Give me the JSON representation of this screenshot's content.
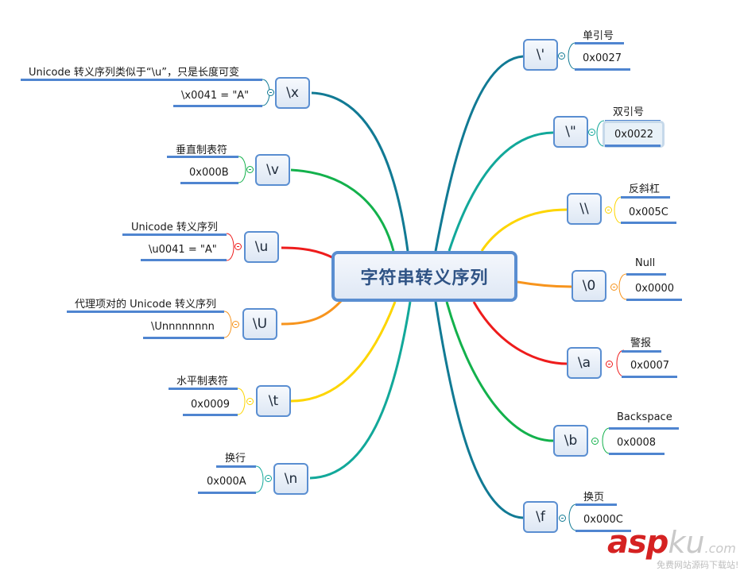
{
  "central": {
    "label": "字符串转义序列",
    "border_color": "#5a8ed1",
    "text_color": "#2f5385"
  },
  "left_branches": [
    {
      "node": "\\x",
      "desc": "Unicode 转义序列类似于“\\u”，只是长度可变",
      "value": "\\x0041 = \"A\"",
      "color": "#117a94"
    },
    {
      "node": "\\v",
      "desc": "垂直制表符",
      "value": "0x000B",
      "color": "#13b14c"
    },
    {
      "node": "\\u",
      "desc": "Unicode 转义序列",
      "value": "\\u0041 = \"A\"",
      "color": "#ee1c1c"
    },
    {
      "node": "\\U",
      "desc": "代理项对的 Unicode 转义序列",
      "value": "\\Unnnnnnnn",
      "color": "#f7941d"
    },
    {
      "node": "\\t",
      "desc": "水平制表符",
      "value": "0x0009",
      "color": "#fdd500"
    },
    {
      "node": "\\n",
      "desc": "换行",
      "value": "0x000A",
      "color": "#12a89a"
    }
  ],
  "right_branches": [
    {
      "node": "\\'",
      "desc": "单引号",
      "value": "0x0027",
      "color": "#117a94"
    },
    {
      "node": "\\\"",
      "desc": "双引号",
      "value": "0x0022",
      "color": "#12a89a",
      "selected": true
    },
    {
      "node": "\\\\",
      "desc": "反斜杠",
      "value": "0x005C",
      "color": "#fdd500"
    },
    {
      "node": "\\0",
      "desc": "Null",
      "value": "0x0000",
      "color": "#f7941d"
    },
    {
      "node": "\\a",
      "desc": "警报",
      "value": "0x0007",
      "color": "#ee1c1c"
    },
    {
      "node": "\\b",
      "desc": "Backspace",
      "value": "0x0008",
      "color": "#13b14c"
    },
    {
      "node": "\\f",
      "desc": "换页",
      "value": "0x000C",
      "color": "#117a94"
    }
  ],
  "watermark": {
    "brand_red": "asp",
    "brand_grey": "ku",
    "suffix": ".com",
    "subtitle": "免费网站源码下载站!"
  }
}
